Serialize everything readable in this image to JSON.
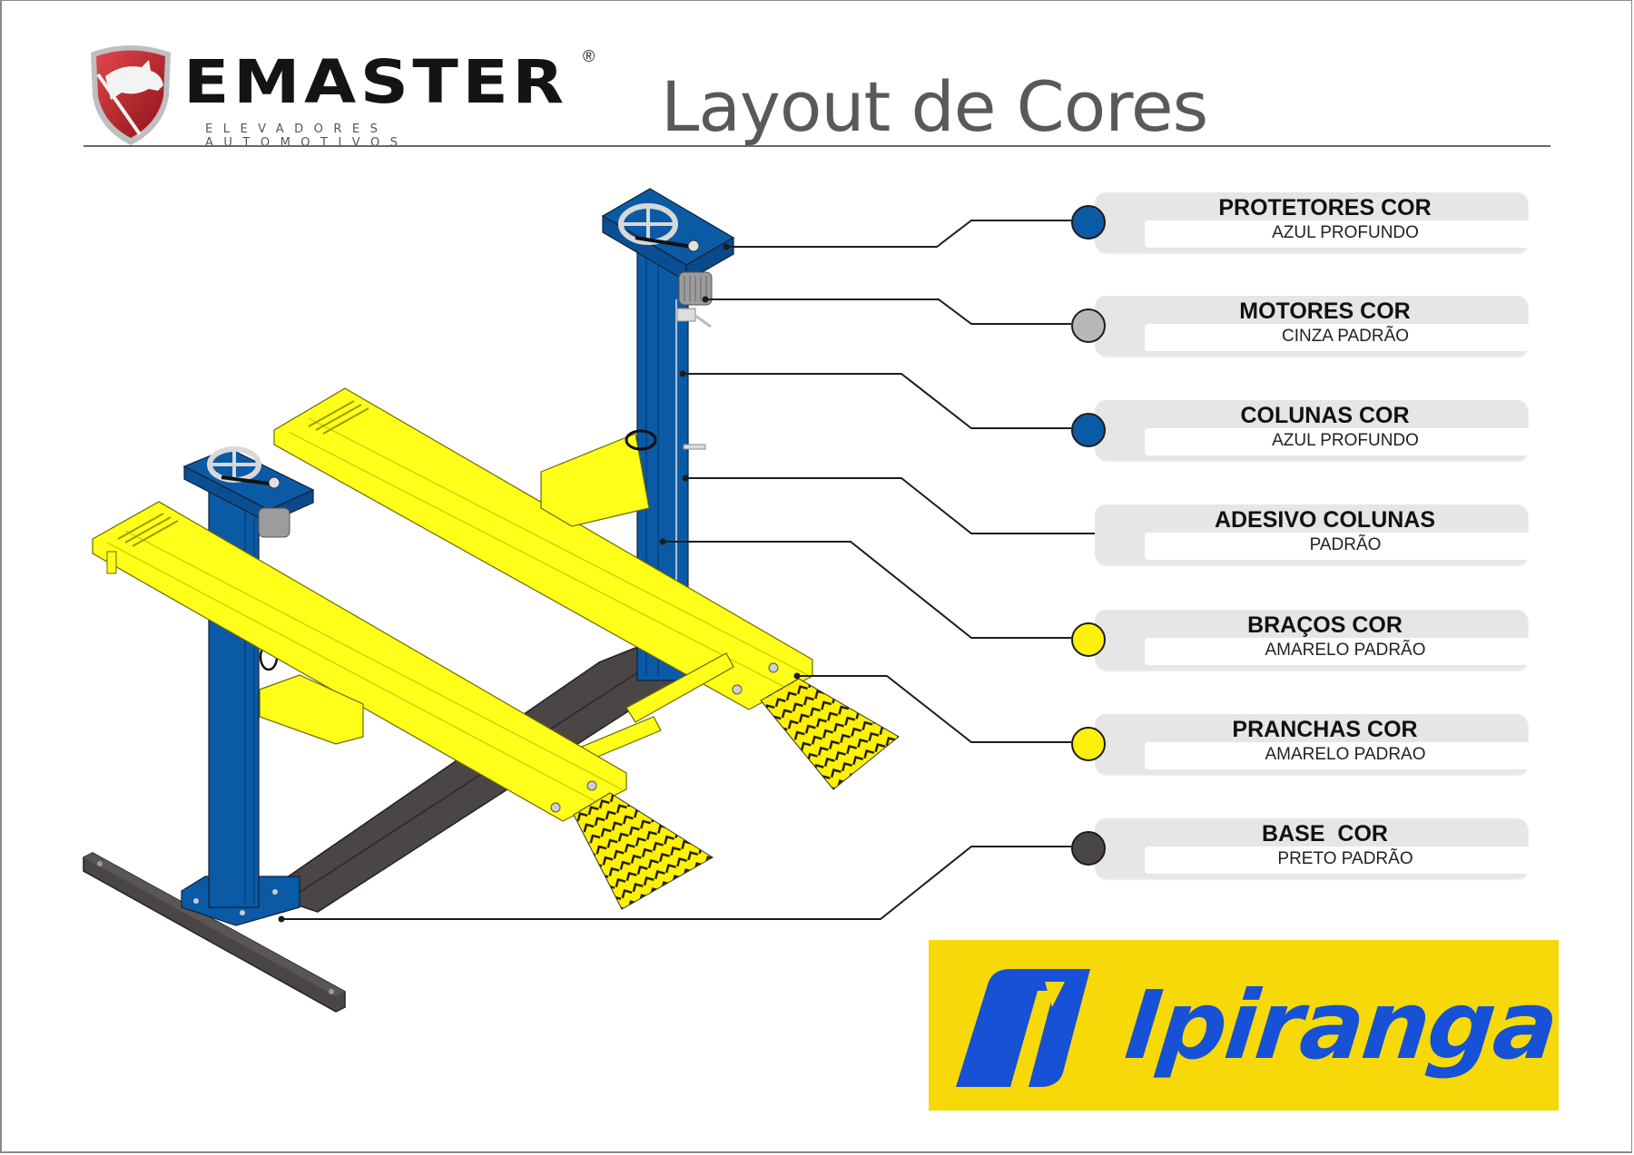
{
  "header": {
    "brand": {
      "name": "EMASTER",
      "registered_mark": "®",
      "tagline": "ELEVADORES AUTOMOTIVOS",
      "shield_color": "#c3262d"
    },
    "title": "Layout de Cores"
  },
  "legend": {
    "items": [
      {
        "title": "PROTETORES COR",
        "value": "AZUL PROFUNDO",
        "swatch": "#0b5aa6",
        "has_swatch": true
      },
      {
        "title": "MOTORES COR",
        "value": "CINZA PADRÃO",
        "swatch": "#b7b7b7",
        "has_swatch": true
      },
      {
        "title": "COLUNAS COR",
        "value": "AZUL PROFUNDO",
        "swatch": "#0b5aa6",
        "has_swatch": true
      },
      {
        "title": "ADESIVO COLUNAS",
        "value": "PADRÃO",
        "swatch": null,
        "has_swatch": false
      },
      {
        "title": "BRAÇOS COR",
        "value": "AMARELO PADRÃO",
        "swatch": "#fdf10c",
        "has_swatch": true
      },
      {
        "title": "PRANCHAS COR",
        "value": "AMARELO PADRAO",
        "swatch": "#fdf10c",
        "has_swatch": true
      },
      {
        "title": "BASE  COR",
        "value": "PRETO PADRÃO",
        "swatch": "#4a4646",
        "has_swatch": true
      }
    ]
  },
  "drawing": {
    "subject": "two-post automotive lift with runway ramps",
    "colors": {
      "columns": "#0b5aa6",
      "motors": "#b7b7b7",
      "arms_and_runways": "#ffff1a",
      "base": "#4a4646",
      "ramp_pattern": "#1a1a1a"
    }
  },
  "sponsor": {
    "name": "Ipiranga",
    "background": "#f7d90a",
    "text_color": "#1651d6"
  }
}
